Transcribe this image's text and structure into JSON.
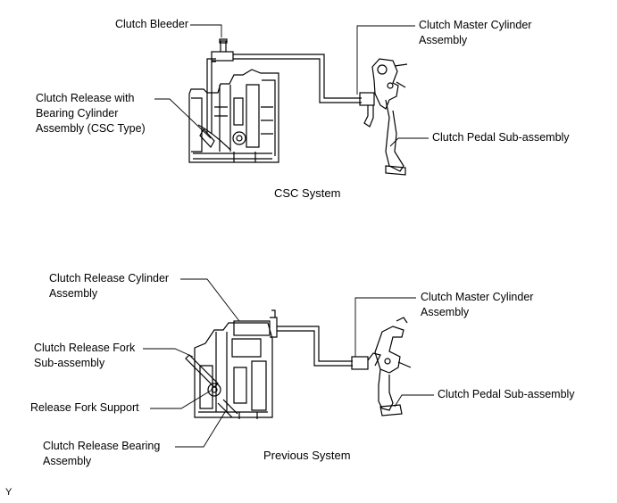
{
  "csc": {
    "bleeder": "Clutch Bleeder",
    "master_cylinder": "Clutch Master Cylinder\nAssembly",
    "release_bearing_cyl": "Clutch Release with\nBearing Cylinder\nAssembly (CSC Type)",
    "pedal": "Clutch Pedal Sub-assembly",
    "caption": "CSC System"
  },
  "previous": {
    "release_cylinder": "Clutch Release Cylinder\nAssembly",
    "master_cylinder": "Clutch Master Cylinder\nAssembly",
    "release_fork": "Clutch Release Fork\nSub-assembly",
    "fork_support": "Release Fork Support",
    "release_bearing": "Clutch Release Bearing\nAssembly",
    "pedal": "Clutch Pedal Sub-assembly",
    "caption": "Previous System"
  },
  "corner_mark": "Y"
}
